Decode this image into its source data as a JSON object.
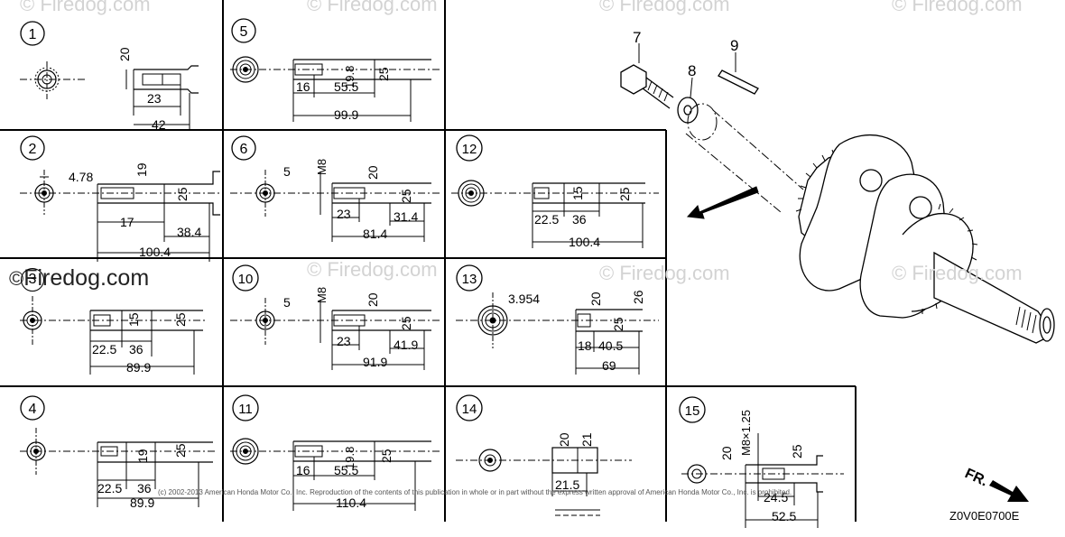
{
  "watermarks": {
    "text": "© Firedog.com",
    "dark_text": "Firedog.com"
  },
  "panels": [
    {
      "id": "1",
      "dims": [
        "20",
        "23",
        "42"
      ]
    },
    {
      "id": "2",
      "dims": [
        "4.78",
        "19",
        "25",
        "17",
        "38.4",
        "100.4"
      ]
    },
    {
      "id": "3",
      "dims": [
        "15",
        "25",
        "22.5",
        "36",
        "89.9"
      ]
    },
    {
      "id": "4",
      "dims": [
        "19",
        "25",
        "22.5",
        "36",
        "89.9"
      ]
    },
    {
      "id": "5",
      "dims": [
        "19.8",
        "25",
        "16",
        "55.5",
        "99.9"
      ]
    },
    {
      "id": "6",
      "dims": [
        "5",
        "M8",
        "20",
        "25",
        "23",
        "31.4",
        "81.4"
      ]
    },
    {
      "id": "10",
      "dims": [
        "5",
        "M8",
        "20",
        "25",
        "23",
        "41.9",
        "91.9"
      ]
    },
    {
      "id": "11",
      "dims": [
        "19.8",
        "25",
        "16",
        "55.5",
        "110.4"
      ]
    },
    {
      "id": "12",
      "dims": [
        "15",
        "25",
        "22.5",
        "36",
        "100.4"
      ]
    },
    {
      "id": "13",
      "dims": [
        "3.954",
        "20",
        "26",
        "25",
        "18",
        "40.5",
        "69"
      ]
    },
    {
      "id": "14",
      "dims": [
        "20",
        "21",
        "21.5"
      ]
    },
    {
      "id": "15",
      "dims": [
        "M8×1.25",
        "20",
        "25",
        "24.5",
        "52.5"
      ]
    }
  ],
  "exploded_parts": [
    "7",
    "8",
    "9"
  ],
  "direction_label": "FR.",
  "diagram_code": "Z0V0E0700E",
  "copyright": "(c) 2002-2013 American Honda Motor Co., Inc. Reproduction of the contents of this publication in whole or in part without the express written approval of American Honda Motor Co., Inc. is prohibited."
}
